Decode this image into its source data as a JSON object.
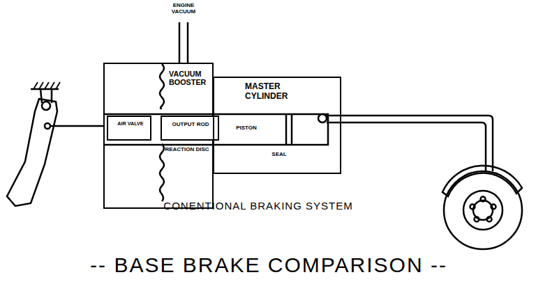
{
  "diagram": {
    "title": "-- BASE BRAKE COMPARISON --",
    "caption": "CONENTIONAL BRAKING SYSTEM",
    "nodes": [
      {
        "text": [
          "VACUUM BOOSTER"
        ]
      },
      {
        "text": [
          "AIR VALVE"
        ],
        "in": 0
      },
      {
        "text": [
          "OUTPUT ROD"
        ],
        "in": 0
      },
      {
        "text": [
          "MASTER CYLINDER"
        ]
      }
    ],
    "labels": [
      "ENGINE VACUUM",
      "REACTION DISC",
      "PISTON",
      "SEAL"
    ]
  }
}
